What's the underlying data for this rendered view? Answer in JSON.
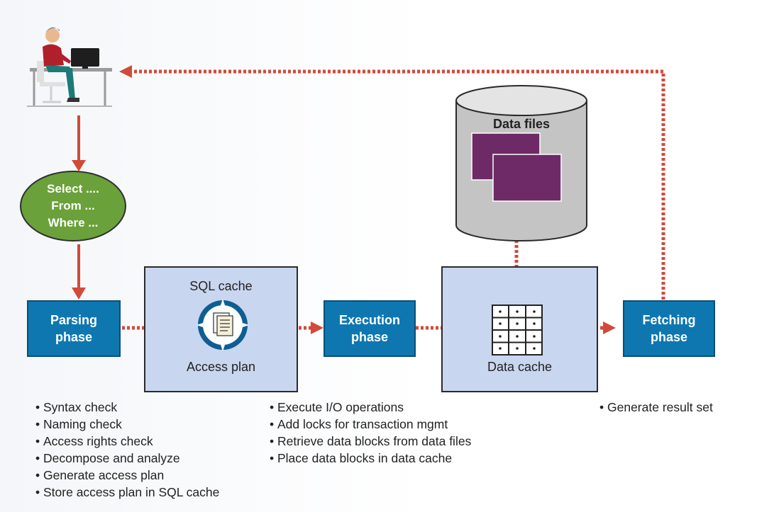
{
  "query": {
    "line1": "Select ....",
    "line2": "From ...",
    "line3": "Where ..."
  },
  "phases": {
    "parsing": {
      "line1": "Parsing",
      "line2": "phase"
    },
    "execution": {
      "line1": "Execution",
      "line2": "phase"
    },
    "fetching": {
      "line1": "Fetching",
      "line2": "phase"
    }
  },
  "sql_cache": {
    "title": "SQL cache",
    "item": "Access plan"
  },
  "data_cache": {
    "item": "Data cache"
  },
  "data_files": {
    "title": "Data files"
  },
  "parsing_steps": [
    "Syntax check",
    "Naming check",
    "Access rights check",
    "Decompose and analyze",
    "Generate access plan",
    "Store access plan in SQL cache"
  ],
  "execution_steps": [
    "Execute I/O operations",
    "Add locks for transaction mgmt",
    "Retrieve data blocks from data files",
    "Place data blocks in data cache"
  ],
  "fetching_steps": [
    "Generate result set"
  ],
  "colors": {
    "phase": "#0e77b0",
    "panel": "#c9d6ef",
    "arrow": "#d24a3a",
    "query_oval": "#6aa13a",
    "data_block": "#6e2a66",
    "cylinder": "#c4c4c4"
  }
}
